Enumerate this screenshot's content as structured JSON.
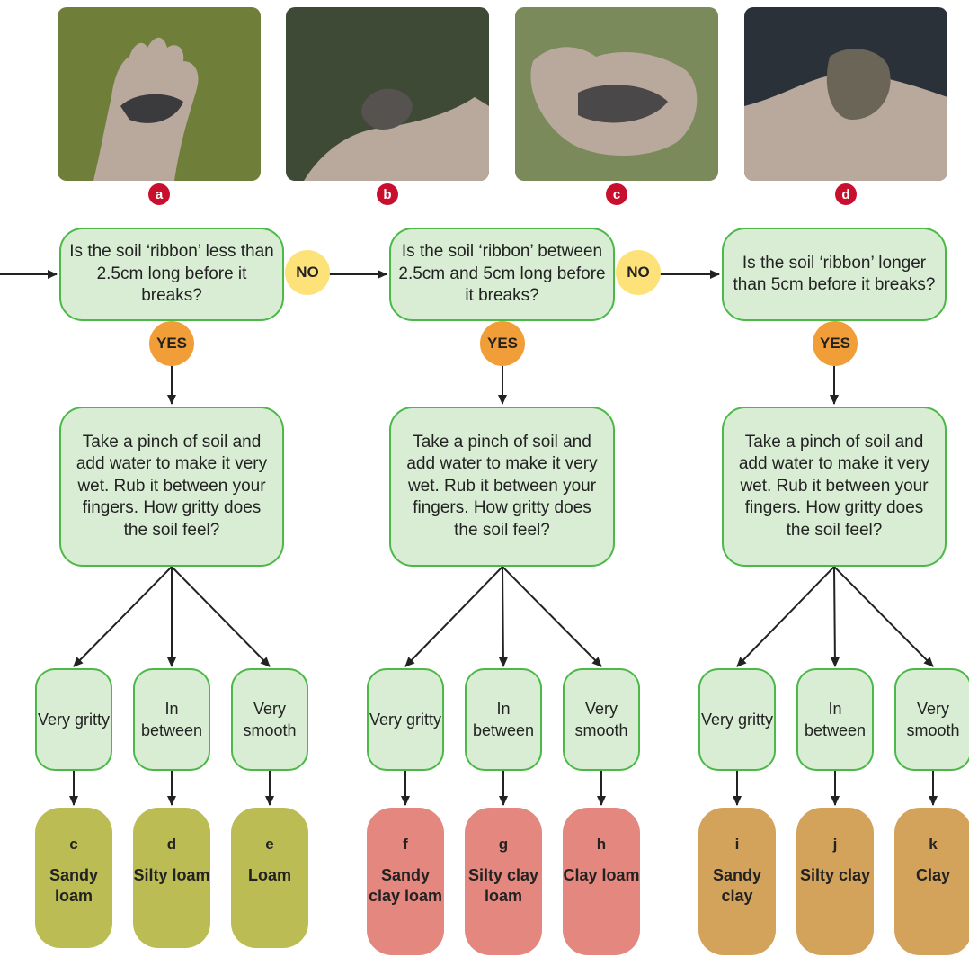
{
  "photos": [
    {
      "letter": "a",
      "icon": "soil-on-open-palm-photo",
      "bg": "#6f7f3a",
      "soil": "#3b3a3c"
    },
    {
      "letter": "b",
      "icon": "soil-ball-in-palm-photo",
      "bg": "#3e4a36",
      "soil": "#55524f"
    },
    {
      "letter": "c",
      "icon": "soil-ribbon-short-photo",
      "bg": "#7a8a5a",
      "soil": "#4a4848"
    },
    {
      "letter": "d",
      "icon": "soil-ribbon-long-photo",
      "bg": "#2b3138",
      "soil": "#6b6558"
    }
  ],
  "columns": [
    {
      "question": "Is the soil ‘ribbon’ less than 2.5cm long before it breaks?",
      "yes": "YES",
      "grit_question": "Take a pinch of soil and add water to make it very wet. Rub it between your fingers. How gritty does the soil feel?",
      "options": [
        {
          "label": "Very gritty"
        },
        {
          "label": "In between"
        },
        {
          "label": "Very smooth"
        }
      ],
      "results": [
        {
          "code": "c",
          "name": "Sandy loam"
        },
        {
          "code": "d",
          "name": "Silty loam"
        },
        {
          "code": "e",
          "name": "Loam"
        }
      ]
    },
    {
      "question": "Is the soil ‘ribbon’ between 2.5cm and 5cm long before it breaks?",
      "yes": "YES",
      "grit_question": "Take a pinch of soil and add water to make it very wet. Rub it between your fingers. How gritty does the soil feel?",
      "options": [
        {
          "label": "Very gritty"
        },
        {
          "label": "In between"
        },
        {
          "label": "Very smooth"
        }
      ],
      "results": [
        {
          "code": "f",
          "name": "Sandy clay loam"
        },
        {
          "code": "g",
          "name": "Silty clay loam"
        },
        {
          "code": "h",
          "name": "Clay loam"
        }
      ]
    },
    {
      "question": "Is the soil ‘ribbon’ longer than 5cm before it breaks?",
      "yes": "YES",
      "grit_question": "Take a pinch of soil and add water to make it very wet. Rub it between your fingers. How gritty does the soil feel?",
      "options": [
        {
          "label": "Very gritty"
        },
        {
          "label": "In between"
        },
        {
          "label": "Very smooth"
        }
      ],
      "results": [
        {
          "code": "i",
          "name": "Sandy clay"
        },
        {
          "code": "j",
          "name": "Silty clay"
        },
        {
          "code": "k",
          "name": "Clay"
        }
      ]
    }
  ],
  "no_badges": [
    "NO",
    "NO"
  ],
  "colors": {
    "box_fill": "#d8edd4",
    "box_border": "#4cb848",
    "no_badge": "#fde27a",
    "yes_badge": "#f29e38",
    "photo_letter": "#c8102e",
    "result_loam": "#bcbc55",
    "result_clay_loam": "#e4877f",
    "result_clay": "#d3a35b",
    "arrow": "#222222"
  }
}
